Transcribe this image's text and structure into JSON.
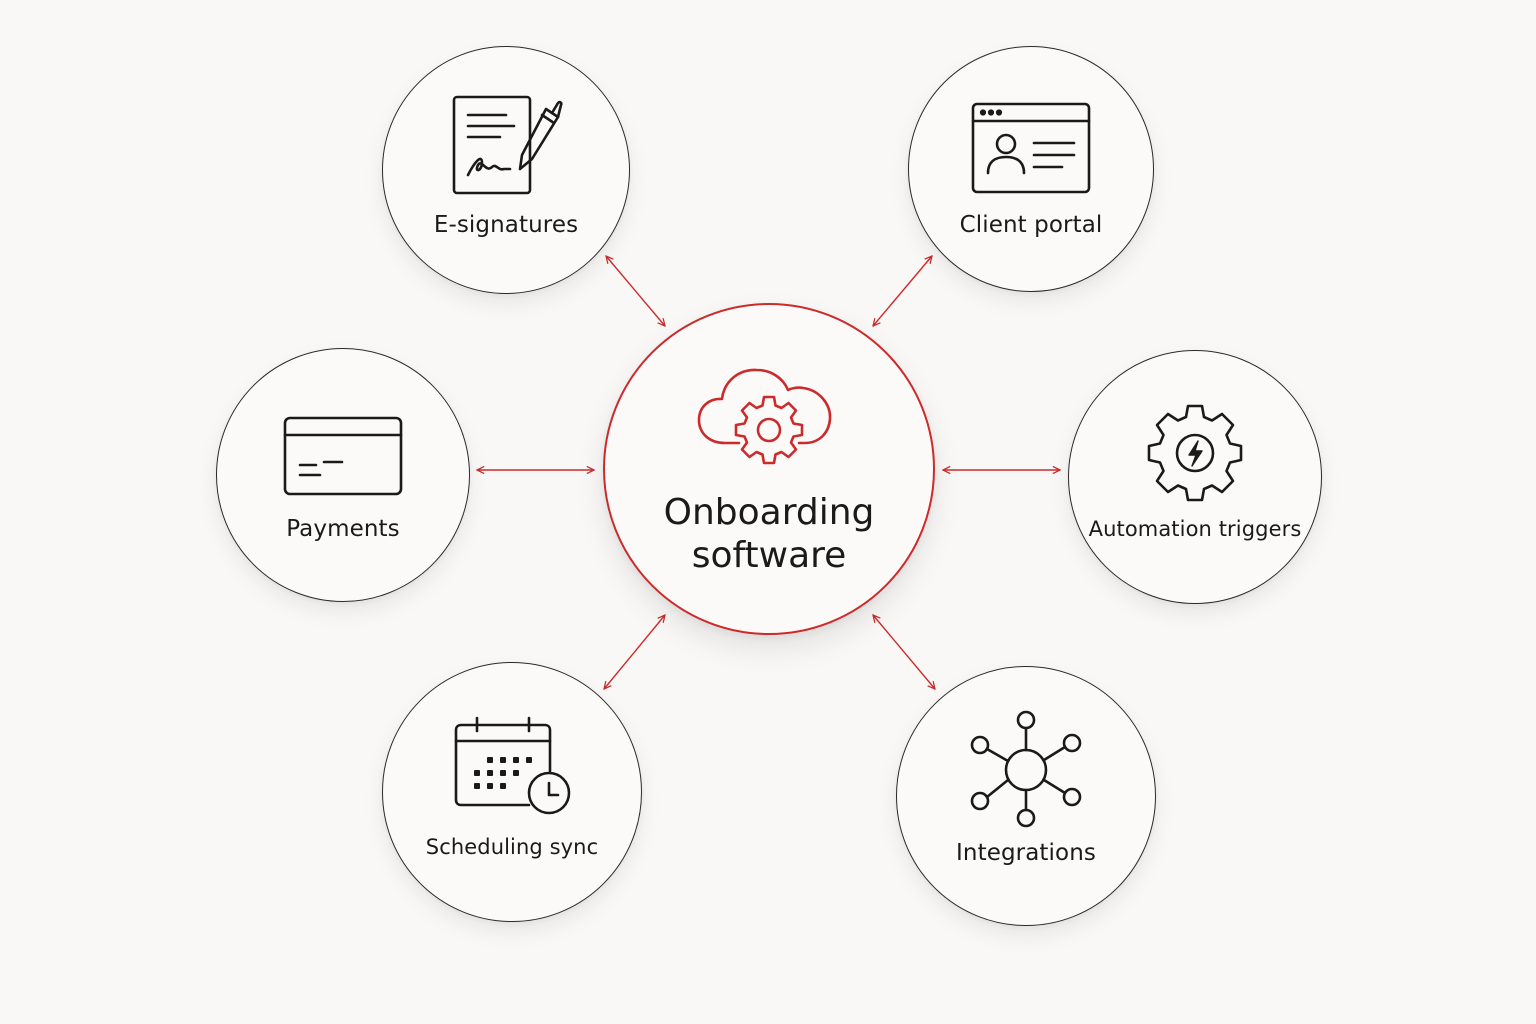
{
  "colors": {
    "accent": "#cc2b2b",
    "outline": "#2a2a2a",
    "background": "#f9f8f6"
  },
  "hub": {
    "title_line1": "Onboarding",
    "title_line2": "software",
    "icon": "cloud-gear-icon"
  },
  "nodes": [
    {
      "id": "e-signatures",
      "label": "E-signatures",
      "icon": "document-signature-icon"
    },
    {
      "id": "client-portal",
      "label": "Client portal",
      "icon": "browser-profile-icon"
    },
    {
      "id": "payments",
      "label": "Payments",
      "icon": "credit-card-icon"
    },
    {
      "id": "automation-triggers",
      "label": "Automation triggers",
      "icon": "gear-lightning-icon"
    },
    {
      "id": "scheduling-sync",
      "label": "Scheduling sync",
      "icon": "calendar-clock-icon"
    },
    {
      "id": "integrations",
      "label": "Integrations",
      "icon": "network-hub-icon"
    }
  ],
  "connections": [
    {
      "from": "hub",
      "to": "e-signatures",
      "type": "bidirectional"
    },
    {
      "from": "hub",
      "to": "client-portal",
      "type": "bidirectional"
    },
    {
      "from": "hub",
      "to": "payments",
      "type": "bidirectional"
    },
    {
      "from": "hub",
      "to": "automation-triggers",
      "type": "bidirectional"
    },
    {
      "from": "hub",
      "to": "scheduling-sync",
      "type": "bidirectional"
    },
    {
      "from": "hub",
      "to": "integrations",
      "type": "bidirectional"
    }
  ]
}
